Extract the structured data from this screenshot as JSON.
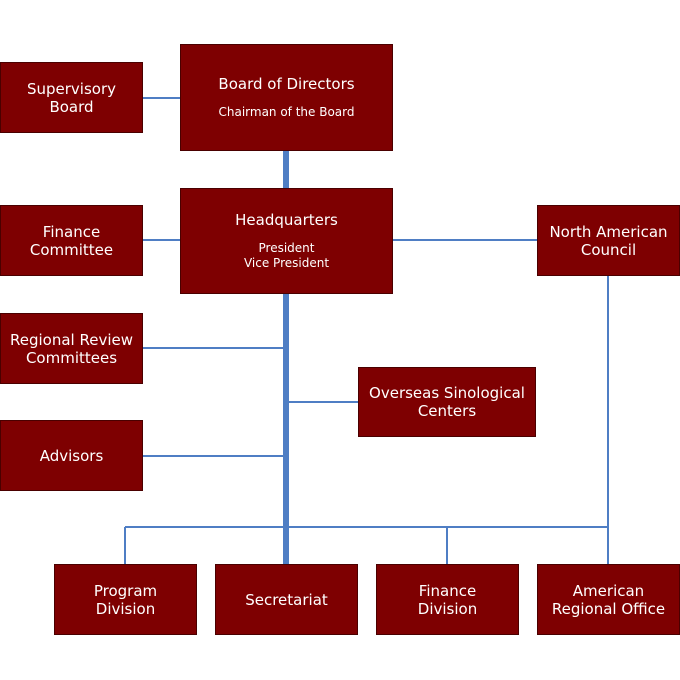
{
  "org_chart": {
    "supervisory_board": "Supervisory\nBoard",
    "board_of_directors": {
      "title": "Board of Directors",
      "subtitle": "Chairman of the Board"
    },
    "finance_committee": "Finance\nCommittee",
    "headquarters": {
      "title": "Headquarters",
      "subtitle": "President\nVice President"
    },
    "north_american_council": "North American\nCouncil",
    "regional_review_committees": "Regional Review\nCommittees",
    "overseas_sinological_centers": "Overseas Sinological\nCenters",
    "advisors": "Advisors",
    "program_division": "Program\nDivision",
    "secretariat": "Secretariat",
    "finance_division": "Finance\nDivision",
    "american_regional_office": "American\nRegional Office"
  },
  "colors": {
    "box_fill": "#7e0001",
    "box_text": "#ffffff",
    "thick_connector": "#4f7ec4",
    "thin_connector": "#4f7ec4"
  }
}
